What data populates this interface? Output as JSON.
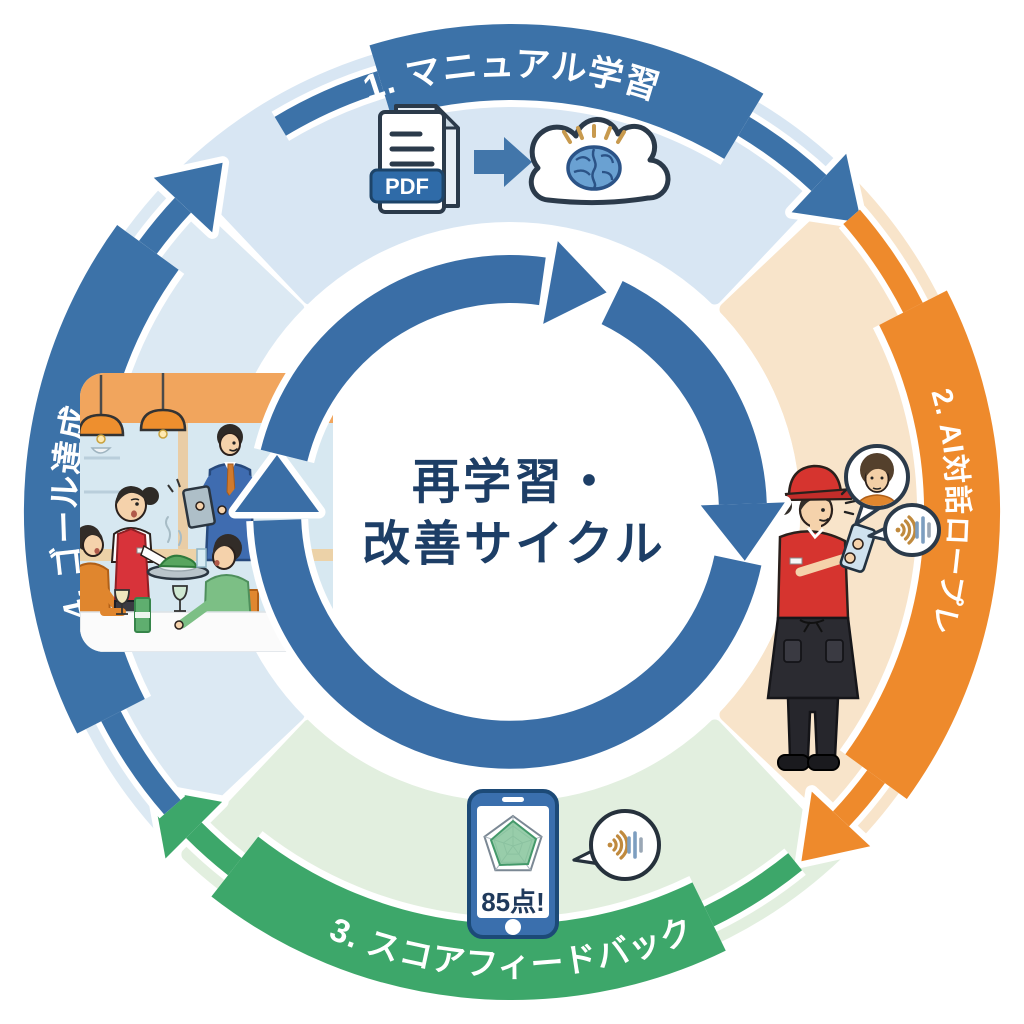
{
  "center": {
    "title_line1": "再学習・",
    "title_line2": "改善サイクル",
    "text_color": "#1d3e66"
  },
  "steps": [
    {
      "label": "1. マニュアル学習",
      "position": "top",
      "arrow_color": "#3c72a8",
      "quadrant_color": "#d8e6f3"
    },
    {
      "label": "2. AI対話ロープレ",
      "position": "right",
      "arrow_color": "#ee8a2c",
      "quadrant_color": "#f8e4ca"
    },
    {
      "label": "3. スコアフィードバック",
      "position": "bottom",
      "arrow_color": "#3da76a",
      "quadrant_color": "#e2efdf"
    },
    {
      "label": "4. ゴール達成",
      "position": "left",
      "arrow_color": "#3c72a8",
      "quadrant_color": "#dce9f3"
    }
  ],
  "illustrations": {
    "top": {
      "name": "pdf-to-ai-cloud",
      "pdf_badge": "PDF",
      "icons": [
        "pdf-document-icon",
        "arrow-right-icon",
        "cloud-brain-icon"
      ]
    },
    "right": {
      "name": "staff-ai-roleplay",
      "icons": [
        "staff-with-smartphone",
        "customer-avatar-bubble-icon",
        "sound-wave-bubble-icon"
      ]
    },
    "bottom": {
      "name": "score-feedback-phone",
      "score": "85点!",
      "icons": [
        "smartphone-icon",
        "radar-chart-icon",
        "sound-wave-bubble-icon"
      ]
    },
    "left": {
      "name": "restaurant-service-scene",
      "icons": [
        "waitress-serving-icon",
        "manager-tablet-icon",
        "customers-dining-icon",
        "pendant-lamp-icon"
      ]
    }
  },
  "colors": {
    "blue": "#3c72a8",
    "orange": "#ee8a2c",
    "green": "#3da76a",
    "navy_text": "#1d3e66",
    "inner_ring": "#3a6ea6",
    "background": "#ffffff"
  }
}
